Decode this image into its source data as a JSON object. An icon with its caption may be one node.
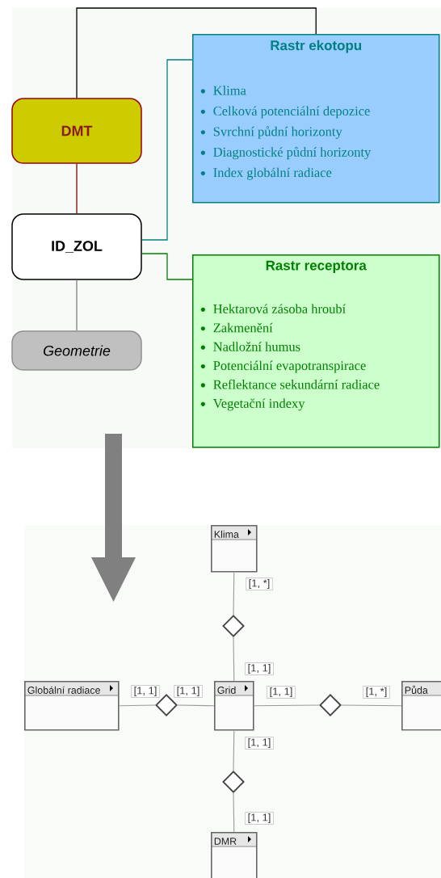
{
  "diagram": {
    "nodes": [
      {
        "text": [
          "DMT"
        ]
      },
      {
        "text": [
          "Rastr ekotopu",
          "Klima",
          "Celková potenciální depozice",
          "Svrchní půdní horizonty",
          "Diagnostické půdní horizonty",
          "Index globální radiace"
        ]
      },
      {
        "text": [
          "ID_ZOL"
        ]
      },
      {
        "text": [
          "Rastr receptora",
          "Hektarová zásoba hroubí",
          "Zakmenění",
          "Nadložní humus",
          "Potenciální evapotranspirace",
          "Reflektance sekundární radiace",
          "Vegetační indexy"
        ]
      },
      {
        "text": [
          "Geometrie"
        ]
      },
      {
        "text": [
          "Klima"
        ]
      },
      {
        "text": [
          "Globální radiace"
        ]
      },
      {
        "text": [
          "Grid"
        ]
      },
      {
        "text": [
          "Půda"
        ]
      },
      {
        "text": [
          "DMR"
        ]
      },
      {
        "text": [],
        "shape": "diamond"
      },
      {
        "text": [],
        "shape": "diamond"
      },
      {
        "text": [],
        "shape": "diamond"
      },
      {
        "text": [],
        "shape": "diamond"
      }
    ],
    "edges": [
      {
        "from": 0,
        "to": 1,
        "arrow": "none",
        "color": "#000000"
      },
      {
        "from": 0,
        "to": 2,
        "arrow": "none",
        "color": "#800000"
      },
      {
        "from": 2,
        "to": 1,
        "arrow": "none",
        "color": "#008080"
      },
      {
        "from": 2,
        "to": 3,
        "arrow": "none",
        "color": "#008000"
      },
      {
        "from": 2,
        "to": 4,
        "arrow": "none",
        "color": "#808080"
      },
      {
        "from": 5,
        "to": 10,
        "arrow": "none",
        "label": "[1, *]"
      },
      {
        "from": 10,
        "to": 7,
        "arrow": "none",
        "label": "[1, 1]"
      },
      {
        "from": 6,
        "to": 11,
        "arrow": "none",
        "label": "[1, 1]"
      },
      {
        "from": 11,
        "to": 7,
        "arrow": "none",
        "label": "[1, 1]"
      },
      {
        "from": 7,
        "to": 12,
        "arrow": "none",
        "label": "[1, 1]"
      },
      {
        "from": 12,
        "to": 8,
        "arrow": "none",
        "label": "[1, *]"
      },
      {
        "from": 7,
        "to": 13,
        "arrow": "none",
        "label": "[1, 1]"
      },
      {
        "from": 13,
        "to": 9,
        "arrow": "none",
        "label": "[1, 1]"
      }
    ]
  }
}
